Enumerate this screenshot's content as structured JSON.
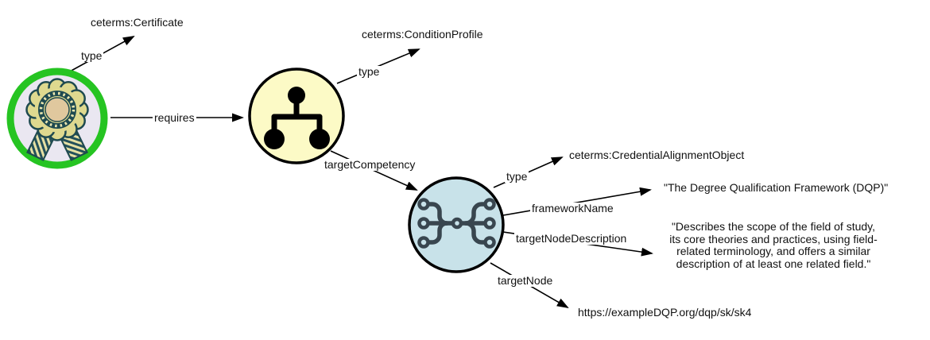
{
  "graph": {
    "nodes": [
      {
        "id": "credential",
        "icon": "certificate-badge-icon",
        "fill": "#eae7f1",
        "ring": "#26c422"
      },
      {
        "id": "condition-profile",
        "icon": "hierarchy-tree-icon",
        "fill": "#fcfac6"
      },
      {
        "id": "competency-alignment",
        "icon": "framework-merge-icon",
        "fill": "#c8e2e9"
      }
    ],
    "edges": [
      {
        "from": "credential",
        "label": "type",
        "value": "ceterms:Certificate"
      },
      {
        "from": "credential",
        "to": "condition-profile",
        "label": "requires",
        "value": ""
      },
      {
        "from": "condition-profile",
        "label": "type",
        "value": "ceterms:ConditionProfile"
      },
      {
        "from": "condition-profile",
        "to": "competency-alignment",
        "label": "targetCompetency",
        "value": ""
      },
      {
        "from": "competency-alignment",
        "label": "type",
        "value": "ceterms:CredentialAlignmentObject"
      },
      {
        "from": "competency-alignment",
        "label": "frameworkName",
        "value": "\"The Degree Qualification Framework (DQP)\""
      },
      {
        "from": "competency-alignment",
        "label": "targetNodeDescription",
        "value": "\"Describes the scope of the field of study,\nits core theories and practices, using field-\nrelated terminology, and offers a similar\ndescription of at least one related field.\""
      },
      {
        "from": "competency-alignment",
        "label": "targetNode",
        "value": "https://exampleDQP.org/dqp/sk/sk4"
      }
    ]
  },
  "colors": {
    "edge_line": "#000000",
    "text": "#111111",
    "badge_ring_green": "#26c422",
    "badge_background": "#eae7f1",
    "rosette_fill": "#ded98f",
    "rosette_outline": "#1f4a50",
    "rosette_center": "#e0c89e",
    "condition_node_fill": "#fcfac6",
    "condition_icon": "#000000",
    "competency_node_fill": "#c8e2e9",
    "competency_icon": "#39464f",
    "node_border": "#000000"
  }
}
